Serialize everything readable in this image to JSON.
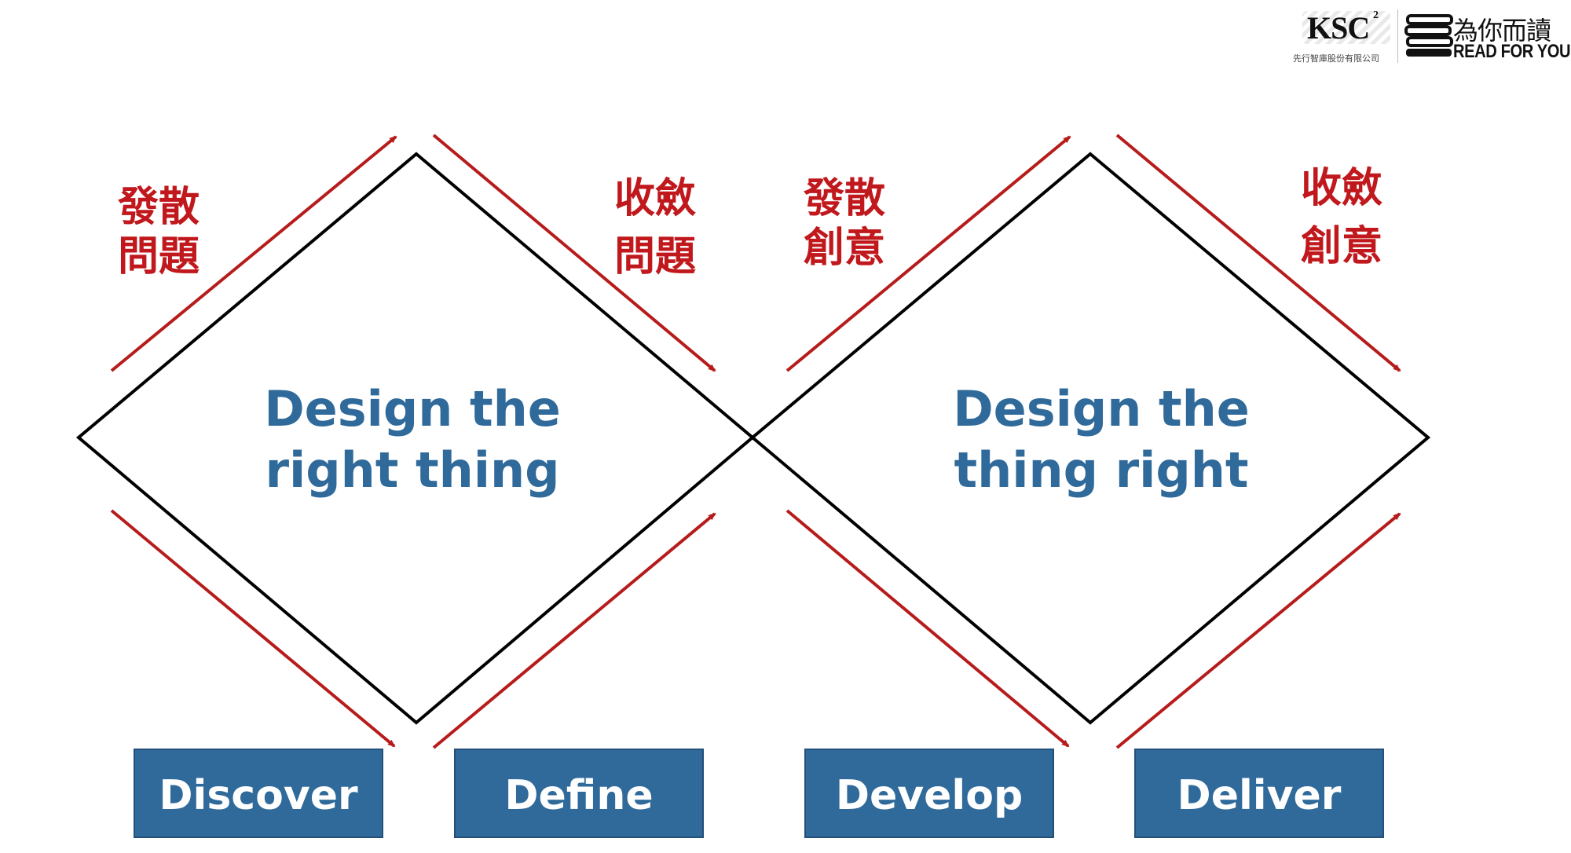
{
  "colors": {
    "background": "#ffffff",
    "diamond_stroke": "#000000",
    "arrow": "#b71c1c",
    "cjk_label": "#c0181c",
    "center_text": "#2f6a9a",
    "stage_box_fill": "#2f6a9a",
    "stage_box_border": "#244f78",
    "stage_box_text": "#ffffff"
  },
  "logo": {
    "ksc": "KSC",
    "ksc_superscript": "2",
    "ksc_company": "先行智庫股份有限公司",
    "rfy_chinese": "為你而讀",
    "rfy_english": "READ FOR YOU",
    "rfy_icon": "stacked-books-icon"
  },
  "diamonds": [
    {
      "center_lines": [
        "Design the",
        "right thing"
      ],
      "phase_labels": {
        "diverge": [
          "發散",
          "問題"
        ],
        "converge": [
          "收斂",
          "問題"
        ]
      }
    },
    {
      "center_lines": [
        "Design the",
        "thing right"
      ],
      "phase_labels": {
        "diverge": [
          "發散",
          "創意"
        ],
        "converge": [
          "收斂",
          "創意"
        ]
      }
    }
  ],
  "stages": [
    "Discover",
    "Define",
    "Develop",
    "Deliver"
  ]
}
